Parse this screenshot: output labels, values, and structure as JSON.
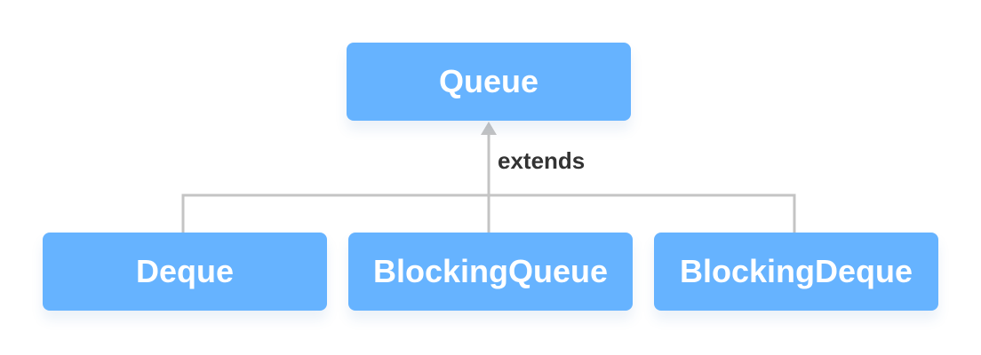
{
  "colors": {
    "box_fill": "#66b3ff",
    "box_text": "#ffffff",
    "connector": "#c4c4c4",
    "label_text": "#333333"
  },
  "diagram": {
    "root": {
      "label": "Queue"
    },
    "relation_label": "extends",
    "children": [
      {
        "label": "Deque"
      },
      {
        "label": "BlockingQueue"
      },
      {
        "label": "BlockingDeque"
      }
    ]
  }
}
